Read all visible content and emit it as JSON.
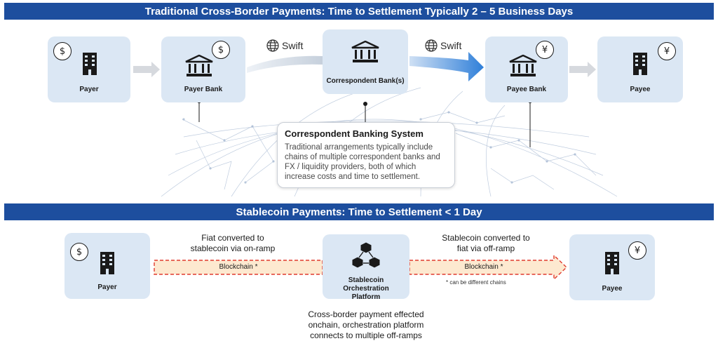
{
  "top": {
    "banner": "Traditional Cross-Border Payments: Time to Settlement Typically 2 – 5 Business Days",
    "payer": "Payer",
    "payer_bank": "Payer Bank",
    "correspondent": "Correspondent Bank(s)",
    "payee_bank": "Payee Bank",
    "payee": "Payee",
    "swift_left": "Swift",
    "swift_right": "Swift",
    "currency_from": "$",
    "currency_to": "¥",
    "box_title": "Correspondent Banking System",
    "box_body": "Traditional arrangements typically include chains of multiple correspondent banks and FX / liquidity providers, both of which increase costs and time to settlement."
  },
  "bottom": {
    "banner": "Stablecoin Payments: Time to Settlement < 1 Day",
    "payer": "Payer",
    "payee": "Payee",
    "platform": "Stablecoin Orchestration Platform",
    "onramp": "Fiat converted to stablecoin via on-ramp",
    "offramp": "Stablecoin converted to fiat via off-ramp",
    "chain_left": "Blockchain *",
    "chain_right": "Blockchain *",
    "footnote": "* can be different chains",
    "caption": "Cross-border payment effected onchain, orchestration platform connects to multiple off-ramps",
    "currency_from": "$",
    "currency_to": "¥"
  },
  "colors": {
    "banner": "#1d4e9e",
    "card": "#dbe7f4",
    "arrow_blue": "#3a86d8",
    "chain_red": "#e03a2e",
    "chain_fill": "#fde9d0"
  },
  "icons": [
    "dollar-badge-icon",
    "yen-badge-icon",
    "building-icon",
    "bank-icon",
    "globe-icon",
    "network-cubes-icon"
  ]
}
